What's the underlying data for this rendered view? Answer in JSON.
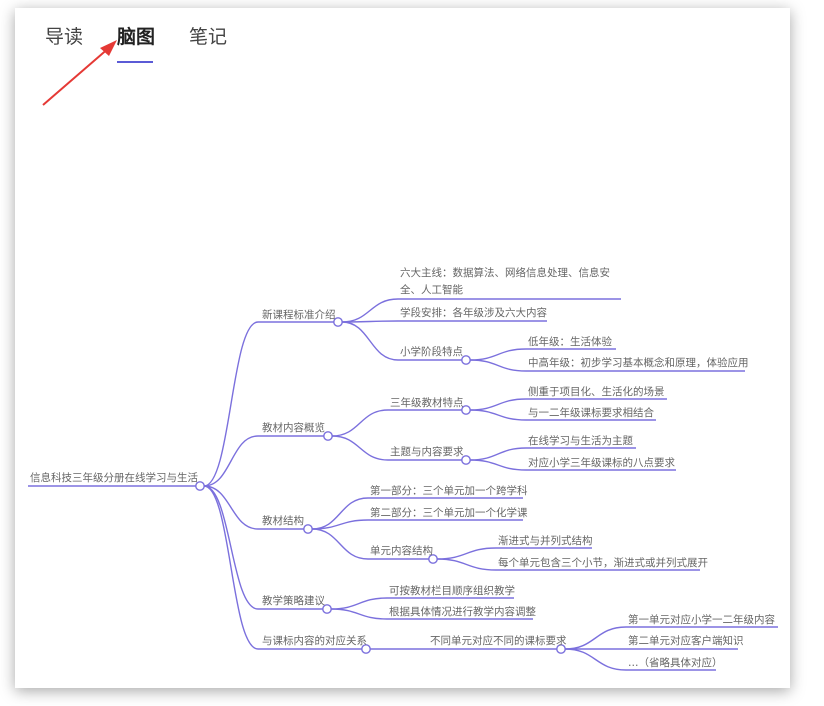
{
  "tabs": [
    {
      "label": "导读",
      "active": false
    },
    {
      "label": "脑图",
      "active": true
    },
    {
      "label": "笔记",
      "active": false
    }
  ],
  "colors": {
    "accent": "#5b5bd6",
    "edge": "#7b70dd",
    "annotation_arrow": "#e53935"
  },
  "mindmap": {
    "root": "信息科技三年级分册在线学习与生活",
    "branches": [
      {
        "label": "新课程标准介绍",
        "children": [
          {
            "label": "六大主线：数据算法、网络信息处理、信息安全、人工智能"
          },
          {
            "label": "学段安排：各年级涉及六大内容"
          },
          {
            "label": "小学阶段特点",
            "children": [
              {
                "label": "低年级：生活体验"
              },
              {
                "label": "中高年级：初步学习基本概念和原理，体验应用"
              }
            ]
          }
        ]
      },
      {
        "label": "教材内容概览",
        "children": [
          {
            "label": "三年级教材特点",
            "children": [
              {
                "label": "侧重于项目化、生活化的场景"
              },
              {
                "label": "与一二年级课标要求相结合"
              }
            ]
          },
          {
            "label": "主题与内容要求",
            "children": [
              {
                "label": "在线学习与生活为主题"
              },
              {
                "label": "对应小学三年级课标的八点要求"
              }
            ]
          }
        ]
      },
      {
        "label": "教材结构",
        "children": [
          {
            "label": "第一部分：三个单元加一个跨学科"
          },
          {
            "label": "第二部分：三个单元加一个化学课"
          },
          {
            "label": "单元内容结构",
            "children": [
              {
                "label": "渐进式与并列式结构"
              },
              {
                "label": "每个单元包含三个小节，渐进式或并列式展开"
              }
            ]
          }
        ]
      },
      {
        "label": "教学策略建议",
        "children": [
          {
            "label": "可按教材栏目顺序组织教学"
          },
          {
            "label": "根据具体情况进行教学内容调整"
          }
        ]
      },
      {
        "label": "与课标内容的对应关系",
        "children": [
          {
            "label": "不同单元对应不同的课标要求",
            "children": [
              {
                "label": "第一单元对应小学一二年级内容"
              },
              {
                "label": "第二单元对应客户端知识"
              },
              {
                "label": "…（省略具体对应）"
              }
            ]
          }
        ]
      }
    ]
  }
}
